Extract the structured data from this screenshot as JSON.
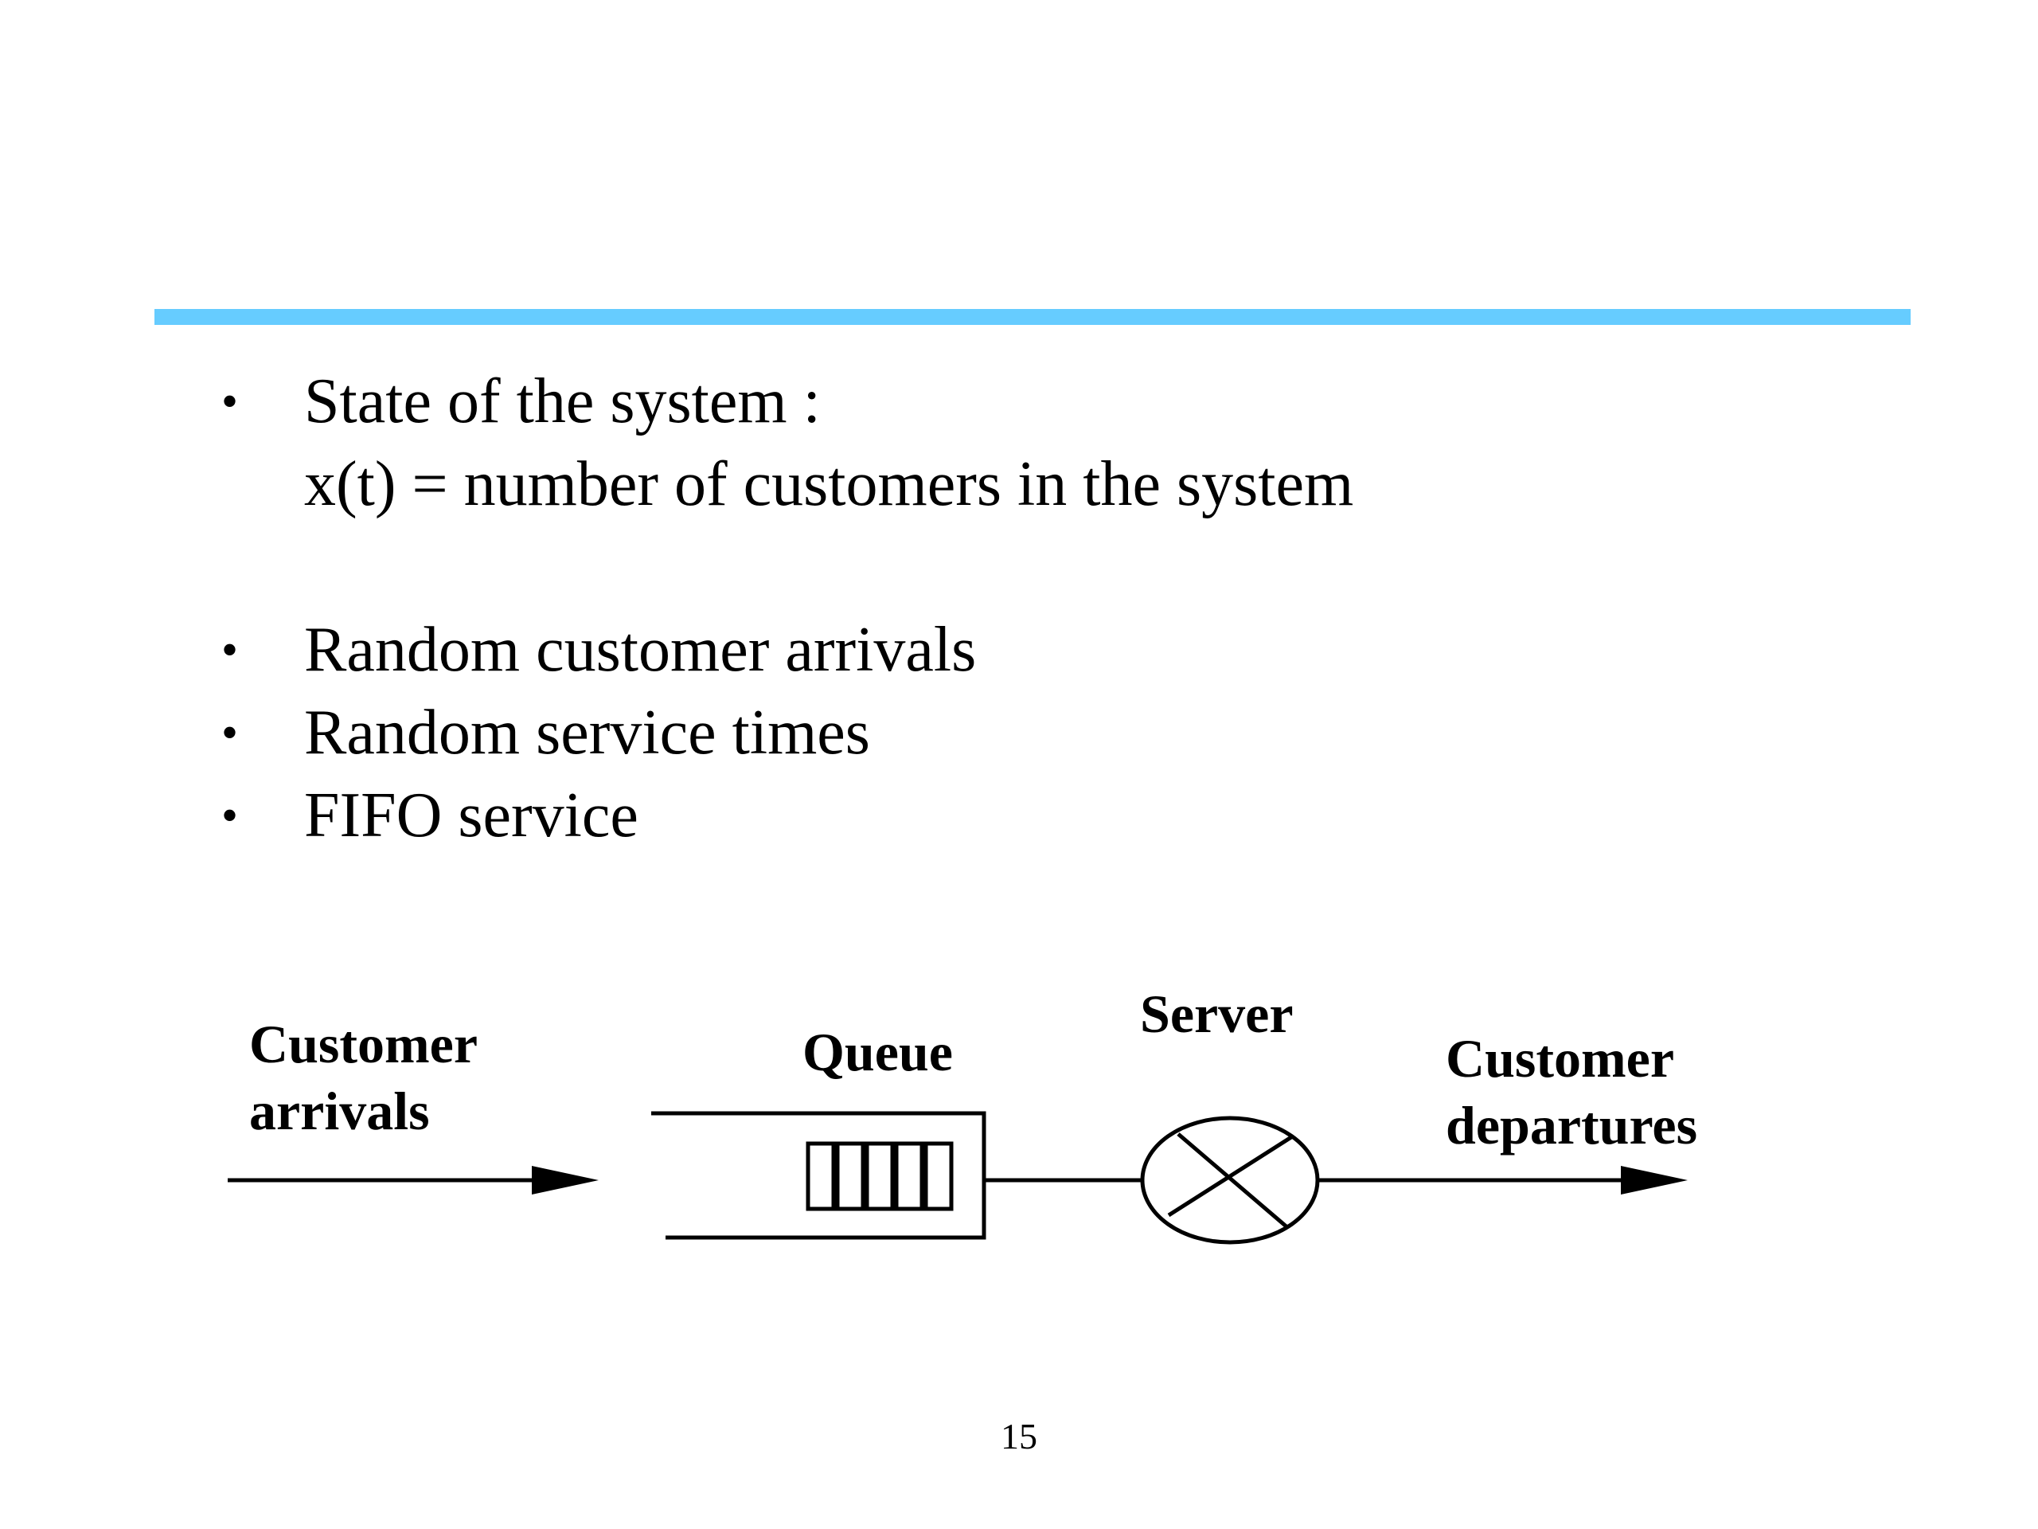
{
  "bullets": [
    {
      "text": "State of the system :",
      "sub": "x(t) =  number of customers in the system"
    },
    {
      "text": "Random customer arrivals"
    },
    {
      "text": "Random service times"
    },
    {
      "text": "FIFO service"
    }
  ],
  "bullet_symbol": "•",
  "diagram": {
    "arrivals_label_line1": "Customer",
    "arrivals_label_line2": "arrivals",
    "queue_label": "Queue",
    "server_label": "Server",
    "departures_label_line1": "Customer",
    "departures_label_line2": "departures"
  },
  "page_number": "15",
  "colors": {
    "title_rule": "#66ccff"
  }
}
